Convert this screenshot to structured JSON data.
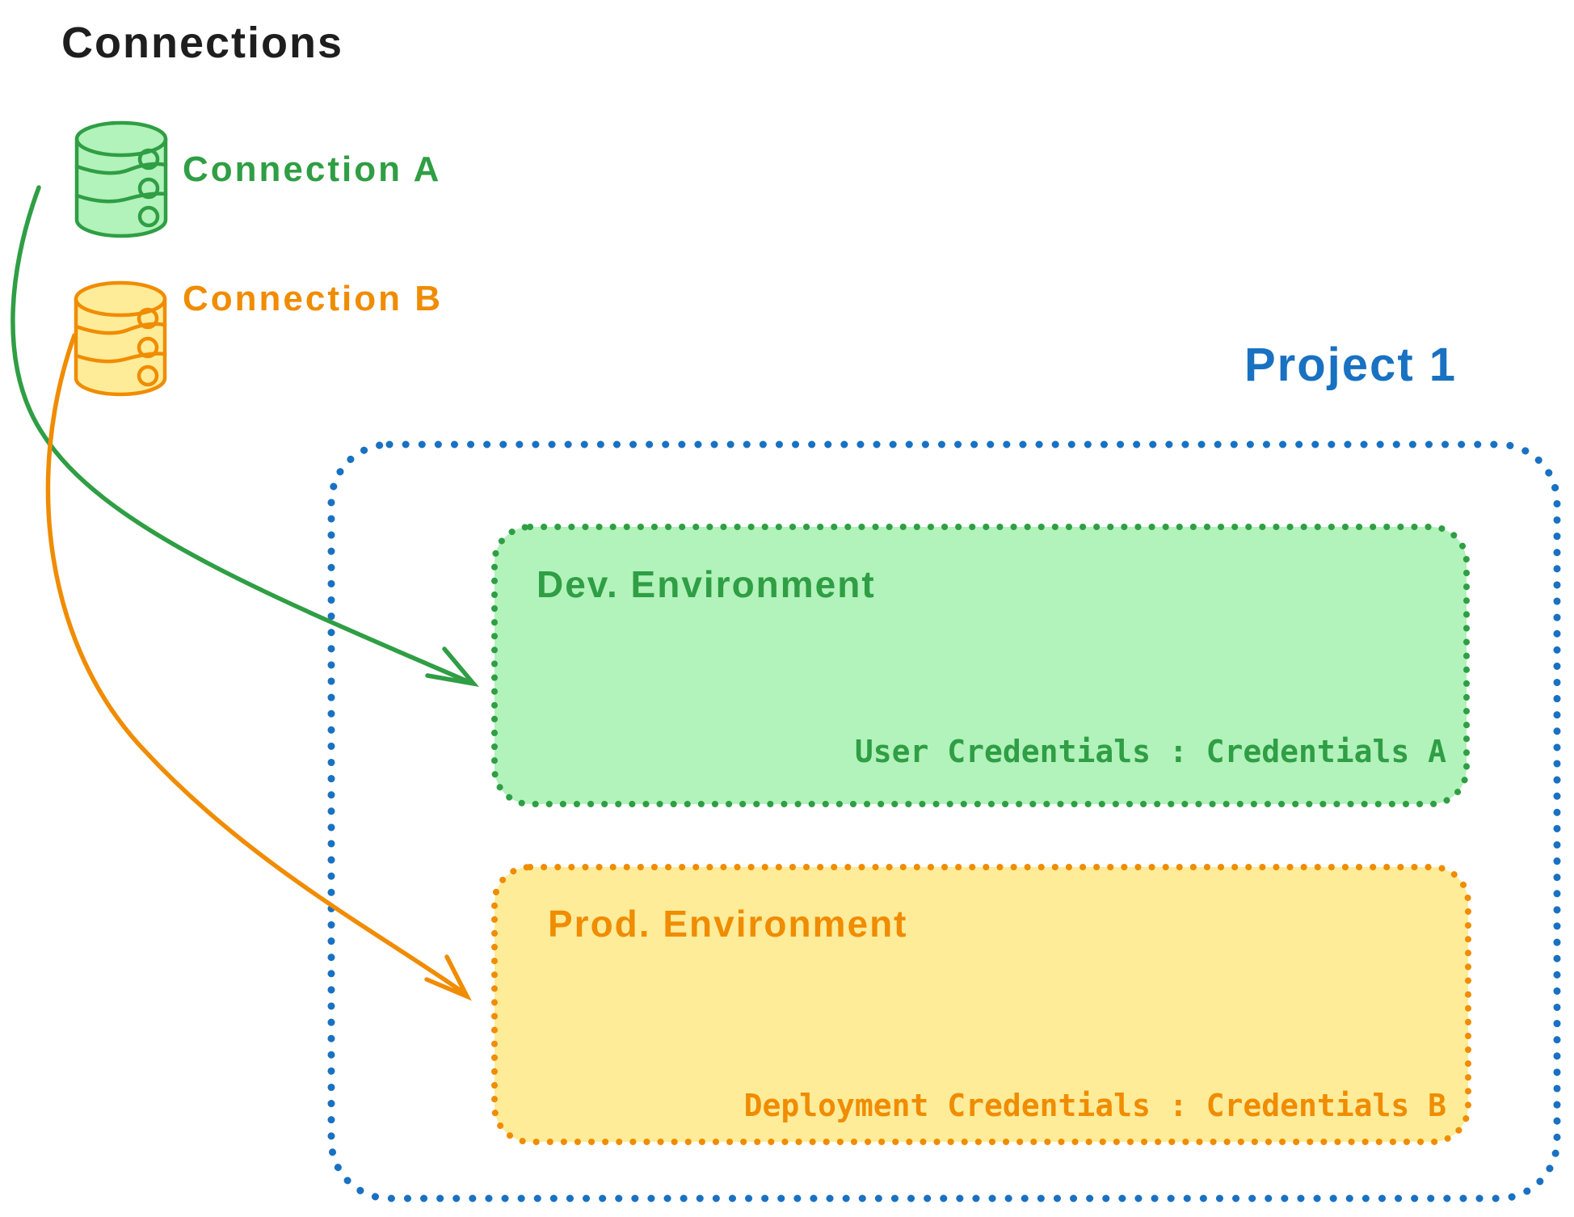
{
  "title": "Connections",
  "colors": {
    "text": "#1e1e1e",
    "green_stroke": "#2f9e44",
    "green_fill": "#b2f2bb",
    "orange_stroke": "#f08c00",
    "yellow_fill": "#ffec99",
    "blue_stroke": "#1971c2"
  },
  "connections": [
    {
      "label": "Connection A",
      "icon": "database-icon",
      "color": "#2f9e44",
      "fill": "#b2f2bb"
    },
    {
      "label": "Connection B",
      "icon": "database-icon",
      "color": "#f08c00",
      "fill": "#ffec99"
    }
  ],
  "project": {
    "label": "Project 1",
    "border_color": "#1971c2",
    "environments": [
      {
        "name": "Dev. Environment",
        "credentials": "User Credentials : Credentials A",
        "color": "#2f9e44",
        "fill": "#b2f2bb"
      },
      {
        "name": "Prod. Environment",
        "credentials": "Deployment Credentials : Credentials B",
        "color": "#f08c00",
        "fill": "#ffec99"
      }
    ]
  },
  "arrows": [
    {
      "from": "Connection A",
      "to": "Dev. Environment",
      "color": "#2f9e44"
    },
    {
      "from": "Connection B",
      "to": "Prod. Environment",
      "color": "#f08c00"
    }
  ]
}
